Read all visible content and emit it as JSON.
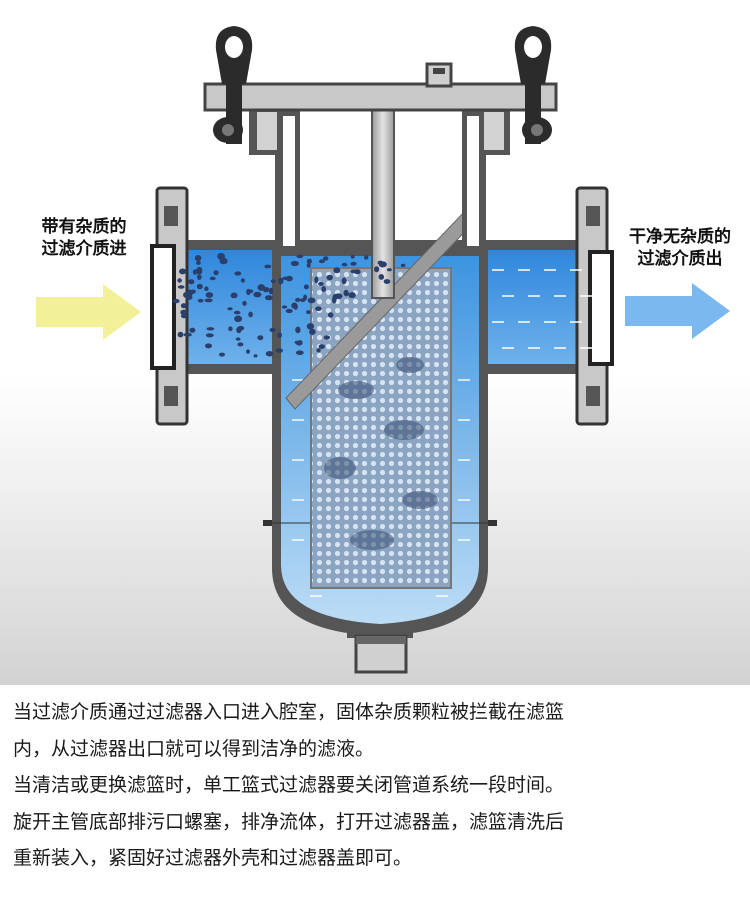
{
  "labels": {
    "inlet": [
      "带有杂质的",
      "过滤介质进"
    ],
    "outlet": [
      "干净无杂质的",
      "过滤介质出"
    ]
  },
  "caption": [
    "当过滤介质通过过滤器入口进入腔室，固体杂质颗粒被拦截在滤篮",
    "内，从过滤器出口就可以得到洁净的滤液。",
    "当清洁或更换滤篮时，单工篮式过滤器要关闭管道系统一段时间。",
    "旋开主管底部排污口螺塞，排净流体，打开过滤器盖，滤篮清洗后",
    "重新装入，紧固好过滤器外壳和过滤器盖即可。"
  ],
  "colors": {
    "water": "#3d94e0",
    "water_light": "#a9d0f2",
    "shell": "#555555",
    "steel": "#c4c4c4",
    "inlet_arrow": "#f3f09a",
    "outlet_arrow": "#7ab8ef",
    "particle": "#2b3f6c"
  }
}
